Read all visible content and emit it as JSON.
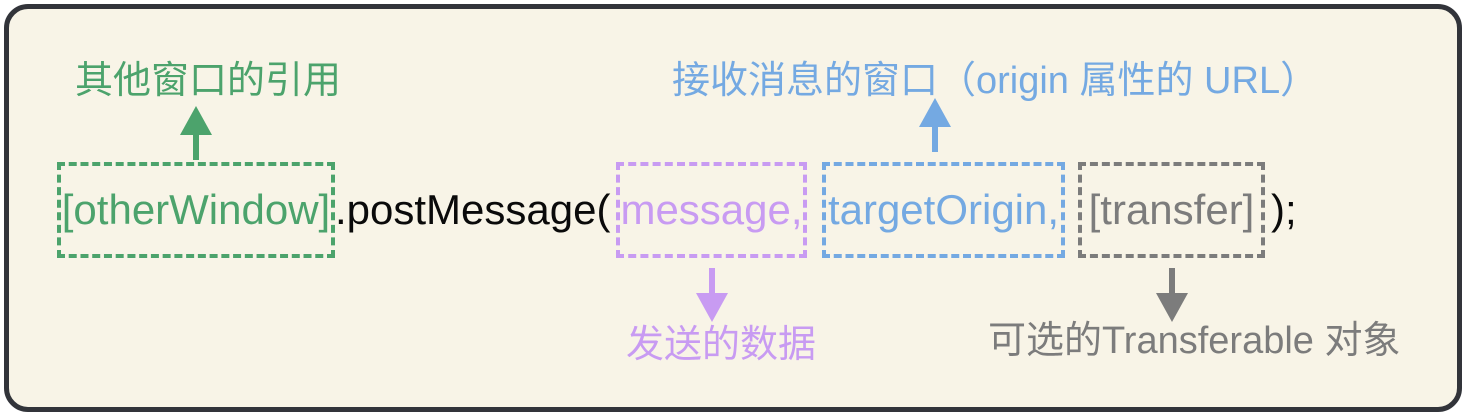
{
  "panel": {
    "background_color": "#F8F4E7",
    "border_color": "#32343A"
  },
  "code": {
    "other_window": "[otherWindow]",
    "post_message": ".postMessage(",
    "message": "message,",
    "target_origin": "targetOrigin,",
    "transfer": "[transfer]",
    "closing": ");",
    "text_color": "#0A0A0A"
  },
  "annotations": {
    "other_window": {
      "label": "其他窗口的引用",
      "color": "#4CA36C",
      "arrow_direction": "up"
    },
    "target_origin": {
      "label": "接收消息的窗口（origin 属性的 URL）",
      "color": "#74A9E2",
      "arrow_direction": "up"
    },
    "message": {
      "label": "发送的数据",
      "color": "#C89BF2",
      "arrow_direction": "down"
    },
    "transfer": {
      "label": "可选的Transferable 对象",
      "color": "#7C7C7C",
      "arrow_direction": "down"
    }
  }
}
